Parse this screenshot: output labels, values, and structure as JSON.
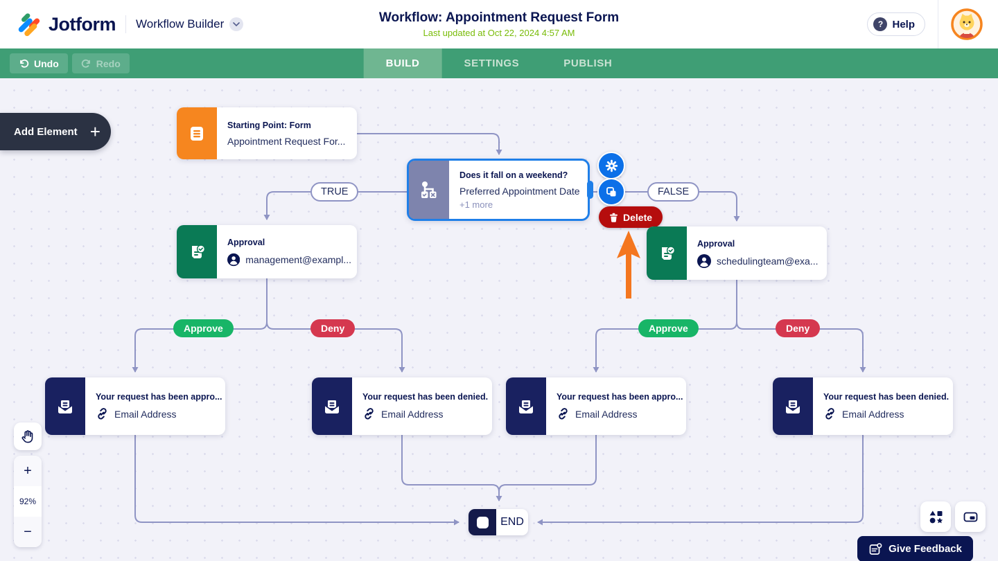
{
  "header": {
    "brand": "Jotform",
    "product": "Workflow Builder",
    "title": "Workflow: Appointment Request Form",
    "subtitle": "Last updated at Oct 22, 2024 4:57 AM",
    "help_label": "Help"
  },
  "toolbar": {
    "undo_label": "Undo",
    "redo_label": "Redo",
    "tabs": [
      {
        "label": "BUILD",
        "active": true
      },
      {
        "label": "SETTINGS",
        "active": false
      },
      {
        "label": "PUBLISH",
        "active": false
      }
    ]
  },
  "canvas": {
    "add_element_label": "Add Element",
    "add_element_plus": "+",
    "zoom": {
      "in": "+",
      "level": "92%",
      "out": "−"
    },
    "branch_labels": {
      "true_label": "TRUE",
      "false_label": "FALSE",
      "approve": "Approve",
      "deny": "Deny"
    },
    "context_menu": {
      "delete_label": "Delete"
    },
    "nodes": {
      "start": {
        "title": "Starting Point: Form",
        "subtitle": "Appointment Request For..."
      },
      "condition": {
        "title": "Does it fall on a weekend?",
        "subtitle": "Preferred Appointment Date",
        "more": "+1 more"
      },
      "approval_true": {
        "title": "Approval",
        "subtitle": "management@exampl..."
      },
      "approval_false": {
        "title": "Approval",
        "subtitle": "schedulingteam@exa..."
      },
      "email_approved_left": {
        "title": "Your request has been appro...",
        "subtitle": "Email Address"
      },
      "email_denied_left": {
        "title": "Your request has been denied.",
        "subtitle": "Email Address"
      },
      "email_approved_right": {
        "title": "Your request has been appro...",
        "subtitle": "Email Address"
      },
      "email_denied_right": {
        "title": "Your request has been denied.",
        "subtitle": "Email Address"
      },
      "end": {
        "label": "END"
      }
    }
  },
  "footer": {
    "give_feedback_label": "Give Feedback"
  },
  "colors": {
    "navy": "#0A1551",
    "lime_green": "#78BB07",
    "toolbar_green": "#3F9E75",
    "active_tab_green": "#6FB691",
    "start_orange": "#F6861F",
    "condition_purple": "#7E84AD",
    "approval_green": "#0A7A55",
    "email_navy": "#192160",
    "connector": "#8F94C4",
    "selected_blue": "#1F7FE8",
    "action_blue": "#0C70E8",
    "delete_red": "#B50D0D",
    "approve_green": "#18B567",
    "deny_red": "#D5384F",
    "tutorial_arrow_orange": "#F4761F"
  }
}
